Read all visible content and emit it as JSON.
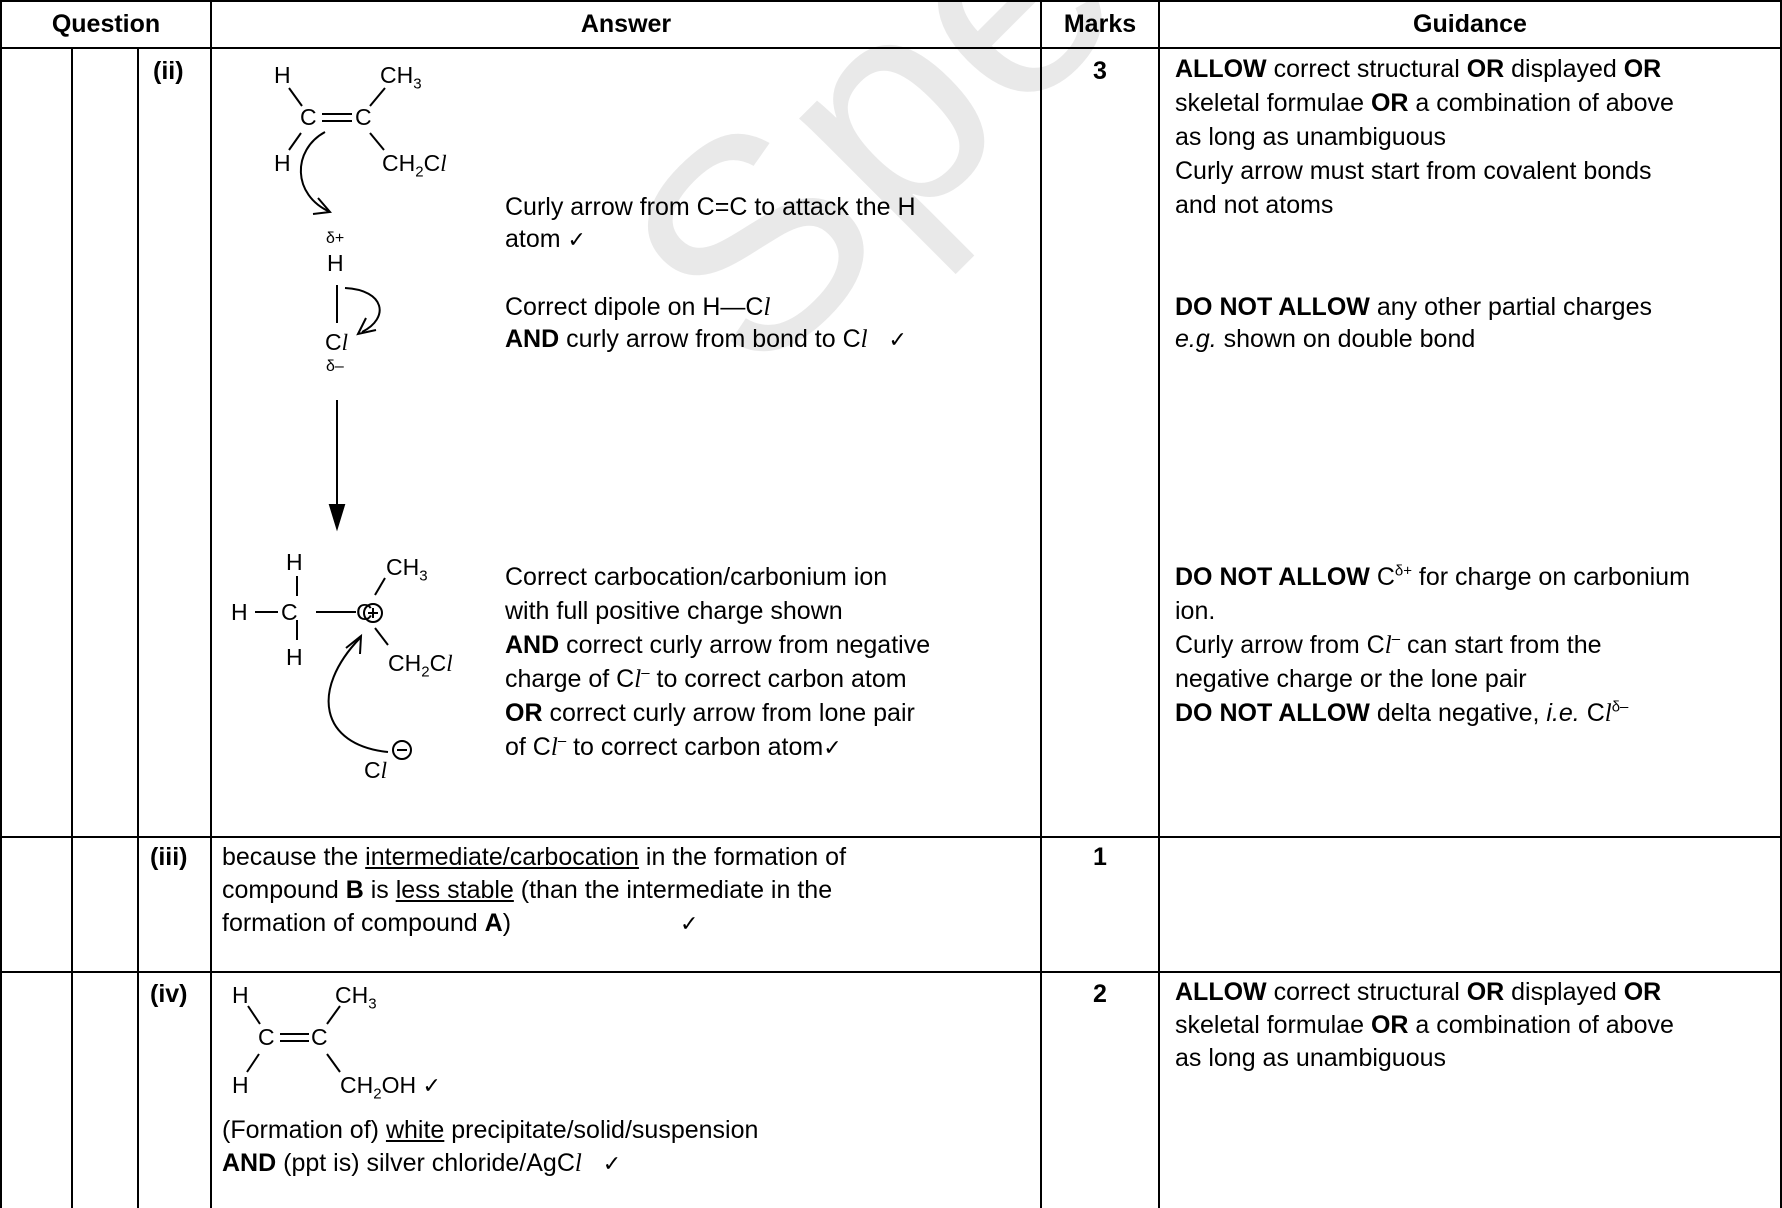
{
  "headers": {
    "question": "Question",
    "answer": "Answer",
    "marks": "Marks",
    "guidance": "Guidance"
  },
  "watermark": "Specimen",
  "chem": {
    "H": "H",
    "CH": "CH",
    "C": "C",
    "Cl": "C",
    "ell": "l",
    "two": "2",
    "three": "3",
    "dplus": "δ+",
    "dminus": "δ–",
    "OH": "OH"
  },
  "rows": {
    "ii": {
      "label": "(ii)",
      "marks": "3",
      "ans1": "Curly arrow from C=C to attack the H",
      "ans2": "atom",
      "ans3": "Correct dipole on H—C",
      "ans4_b": "AND",
      "ans4": " curly arrow from bond to C",
      "ans5": "Correct carbocation/carbonium ion",
      "ans6": "with full positive charge shown",
      "ans7_b": "AND",
      "ans7": " correct curly arrow from negative",
      "ans8": "charge of C",
      "ans8b": " to correct carbon atom",
      "ans9_b": "OR",
      "ans9": " correct curly arrow from lone pair",
      "ans10": "of C",
      "ans10b": " to correct carbon atom",
      "g1_b1": "ALLOW",
      "g1_a": " correct structural ",
      "g1_b2": "OR",
      "g1_c": " displayed ",
      "g1_b3": "OR",
      "g2_a": "skeletal formulae ",
      "g2_b": "OR",
      "g2_c": " a combination of above",
      "g3": "as long as unambiguous",
      "g4": "Curly arrow must start from covalent bonds",
      "g5": "and not atoms",
      "g6_b": "DO NOT ALLOW",
      "g6": " any other partial charges",
      "g7_i": "e.g.",
      "g7": " shown on double bond",
      "g8_b": "DO NOT ALLOW",
      "g8_a": " C",
      "g8_sup": "δ+",
      "g8_c": " for charge on carbonium",
      "g9": "ion.",
      "g10_a": "Curly arrow from C",
      "g10_c": " can start from the",
      "g11": "negative charge or the lone pair",
      "g12_b": "DO NOT ALLOW",
      "g12_a": " delta negative, ",
      "g12_i": "i.e.",
      "g12_c": " C"
    },
    "iii": {
      "label": "(iii)",
      "marks": "1",
      "l1_a": "because the ",
      "l1_u": "intermediate/carbocation",
      "l1_c": " in the formation of",
      "l2_a": "compound ",
      "l2_b": "B",
      "l2_c": " is ",
      "l2_u": "less stable",
      "l2_d": " (than the intermediate in the",
      "l3_a": "formation of compound ",
      "l3_b": "A",
      "l3_c": ")"
    },
    "iv": {
      "label": "(iv)",
      "marks": "2",
      "l1_a": "(Formation of) ",
      "l1_u": "white",
      "l1_c": " precipitate/solid/suspension",
      "l2_b": "AND",
      "l2_a": " (ppt is) silver chloride/AgC",
      "g1_b1": "ALLOW",
      "g1_a": " correct structural ",
      "g1_b2": "OR",
      "g1_c": " displayed ",
      "g1_b3": "OR",
      "g2_a": "skeletal formulae ",
      "g2_b": "OR",
      "g2_c": " a combination of above",
      "g3": "as long as unambiguous"
    }
  },
  "tick": "✓"
}
